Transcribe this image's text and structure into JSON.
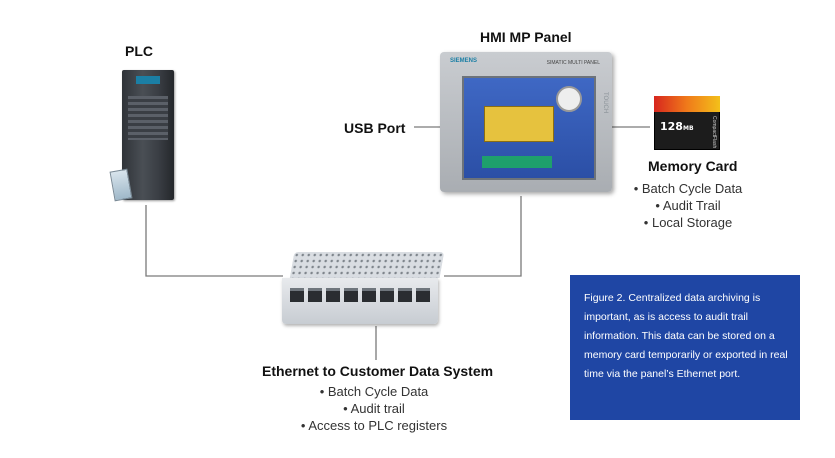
{
  "plc": {
    "title": "PLC"
  },
  "hmi": {
    "title": "HMI MP Panel",
    "port_label": "USB Port",
    "brand_text": "SIEMENS",
    "model_text": "SIMATIC MULTI PANEL",
    "side_text": "TOUCH"
  },
  "memory_card": {
    "title": "Memory Card",
    "capacity": "128",
    "unit": "MB",
    "brand": "CompactFlash",
    "items": [
      "Batch Cycle Data",
      "Audit Trail",
      "Local Storage"
    ]
  },
  "ethernet": {
    "title": "Ethernet to Customer Data System",
    "items": [
      "Batch Cycle Data",
      "Audit trail",
      "Access to PLC registers"
    ]
  },
  "caption": {
    "text": "Figure 2. Centralized data archiving is important, as is access to audit trail information. This data can be stored on a memory card temporarily or exported in real time via the panel’s Ethernet port."
  },
  "colors": {
    "caption_bg": "#1f46a4",
    "line": "#7a7a7a"
  }
}
